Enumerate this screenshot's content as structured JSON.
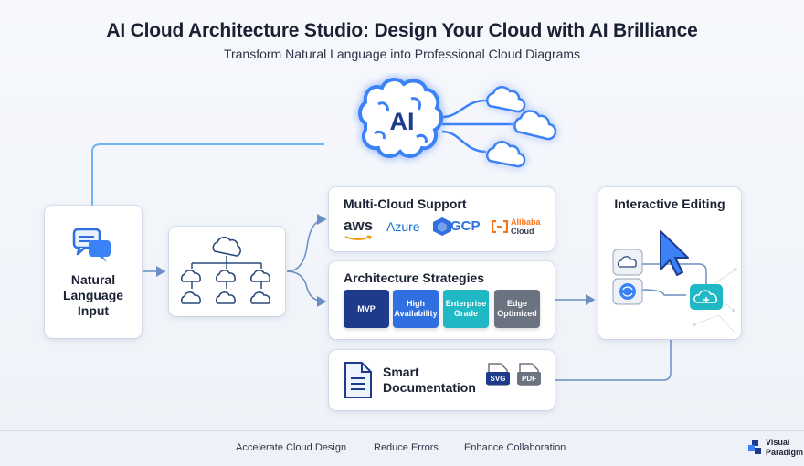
{
  "header": {
    "title": "AI Cloud Architecture Studio: Design Your Cloud with AI Brilliance",
    "subtitle": "Transform Natural Language into Professional Cloud Diagrams"
  },
  "ai_core": {
    "label": "AI"
  },
  "input_card": {
    "label_line1": "Natural",
    "label_line2": "Language",
    "label_line3": "Input"
  },
  "multicloud": {
    "title": "Multi-Cloud Support",
    "providers": {
      "aws": "aws",
      "azure": "Azure",
      "gcp": "GCP",
      "alibaba_line1": "Alibaba",
      "alibaba_line2": "Cloud"
    }
  },
  "strategies": {
    "title": "Architecture Strategies",
    "items": [
      {
        "line1": "MVP",
        "line2": "",
        "color": "#1e3a8a"
      },
      {
        "line1": "High",
        "line2": "Availability",
        "color": "#2f6fe0"
      },
      {
        "line1": "Enterprise",
        "line2": "Grade",
        "color": "#1fb8c4"
      },
      {
        "line1": "Edge",
        "line2": "Optimized",
        "color": "#6b7280"
      }
    ]
  },
  "documentation": {
    "title_line1": "Smart",
    "title_line2": "Documentation",
    "formats": [
      "SVG",
      "PDF"
    ]
  },
  "editing": {
    "title": "Interactive Editing"
  },
  "footer": {
    "items": [
      "Accelerate Cloud Design",
      "Reduce Errors",
      "Enhance Collaboration"
    ],
    "brand_line1": "Visual",
    "brand_line2": "Paradigm"
  },
  "colors": {
    "accent": "#3b82f6",
    "glow": "#8cc4ff",
    "line": "#6b8fc2"
  }
}
